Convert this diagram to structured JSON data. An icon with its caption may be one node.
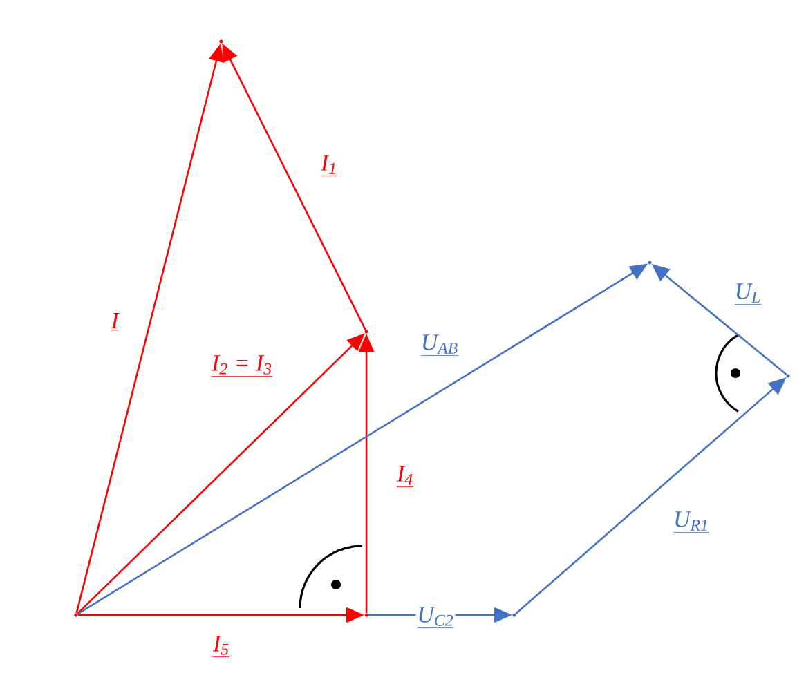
{
  "diagram": {
    "nodes": [
      {
        "text": [],
        "shape": "point"
      },
      {
        "text": [],
        "shape": "point"
      },
      {
        "text": [],
        "shape": "point"
      },
      {
        "text": [],
        "shape": "point"
      },
      {
        "text": [],
        "shape": "point"
      },
      {
        "text": [],
        "shape": "point"
      },
      {
        "text": [],
        "shape": "point"
      }
    ],
    "edges": [
      {
        "from": 0,
        "to": 1,
        "arrow": "to",
        "label": "I"
      },
      {
        "from": 2,
        "to": 1,
        "arrow": "to",
        "label": "I$_{1}$"
      },
      {
        "from": 0,
        "to": 2,
        "arrow": "to",
        "label": "I$_{2}$ = I$_{3}$"
      },
      {
        "from": 3,
        "to": 2,
        "arrow": "to",
        "label": "I$_{4}$"
      },
      {
        "from": 0,
        "to": 3,
        "arrow": "to",
        "label": "I$_{5}$"
      },
      {
        "from": 3,
        "to": 4,
        "arrow": "to",
        "label": "U$_{C2}$",
        "color": "#4472c4"
      },
      {
        "from": 4,
        "to": 5,
        "arrow": "to",
        "label": "U$_{R1}$",
        "color": "#4472c4"
      },
      {
        "from": 5,
        "to": 6,
        "arrow": "to",
        "label": "U$_{L}$",
        "color": "#4472c4"
      },
      {
        "from": 0,
        "to": 6,
        "arrow": "to",
        "label": "U$_{AB}$",
        "color": "#4472c4"
      }
    ]
  }
}
